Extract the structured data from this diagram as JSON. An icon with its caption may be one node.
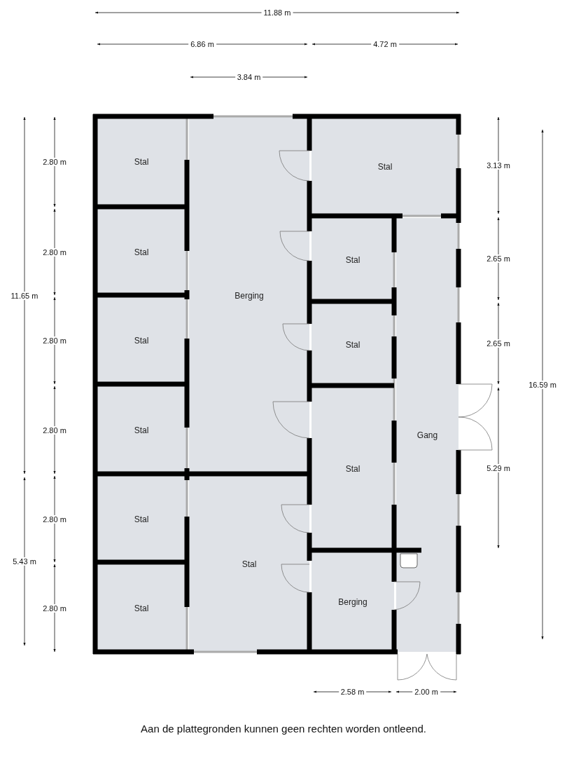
{
  "diagram": {
    "caption": "Aan de plattegronden kunnen geen rechten worden ontleend.",
    "nodes": [
      {
        "text": [
          "Stal"
        ]
      },
      {
        "text": [
          "Berging"
        ]
      },
      {
        "text": [
          "Stal"
        ]
      },
      {
        "text": [
          "Stal"
        ]
      },
      {
        "text": [
          "Stal"
        ]
      },
      {
        "text": [
          "Stal"
        ]
      },
      {
        "text": [
          "Gang"
        ]
      },
      {
        "text": [
          "Stal"
        ]
      },
      {
        "text": [
          "Stal"
        ]
      },
      {
        "text": [
          "Stal"
        ]
      },
      {
        "text": [
          "Stal"
        ]
      },
      {
        "text": [
          "Stal"
        ]
      },
      {
        "text": [
          "Stal"
        ]
      },
      {
        "text": [
          "Berging"
        ]
      }
    ],
    "edges": [],
    "labels": [
      "11.88 m",
      "6.86 m",
      "4.72 m",
      "3.84 m",
      "2.80 m",
      "3.13 m",
      "2.80 m",
      "2.65 m",
      "11.65 m",
      "2.80 m",
      "2.65 m",
      "16.59 m",
      "2.80 m",
      "5.29 m",
      "2.80 m",
      "5.43 m",
      "2.80 m",
      "2.58 m",
      "2.00 m"
    ]
  }
}
